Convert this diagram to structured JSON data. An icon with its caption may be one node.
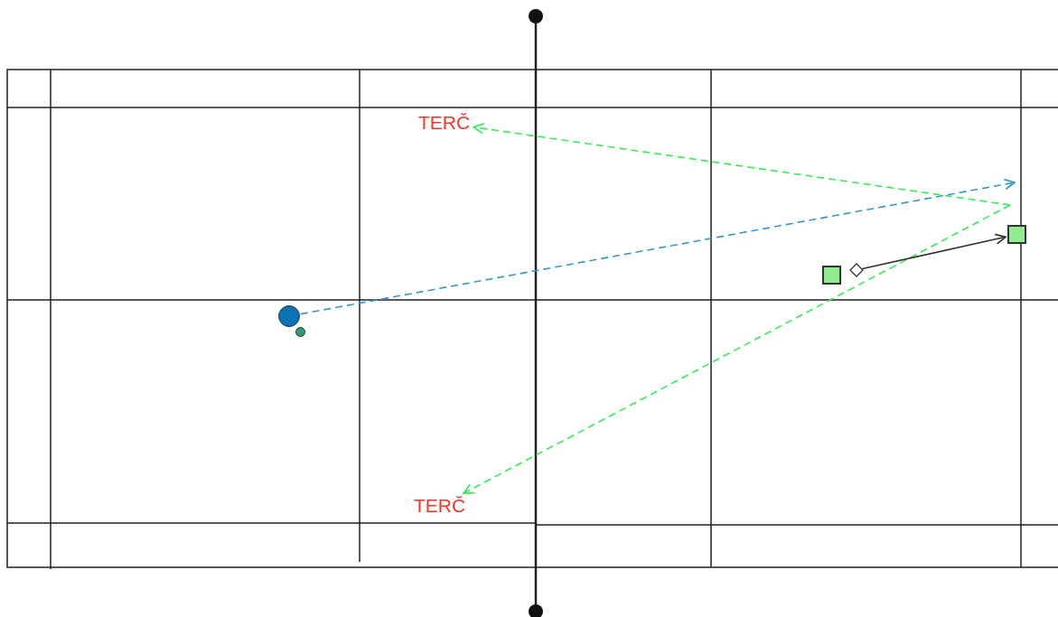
{
  "diagram": {
    "nodes": [
      {
        "text": [
          "TERČ"
        ]
      },
      {
        "text": [
          "TERČ"
        ]
      },
      {
        "text": [],
        "shape": "circle"
      },
      {
        "text": [],
        "shape": "circle"
      },
      {
        "text": [],
        "shape": "box"
      },
      {
        "text": [],
        "shape": "diamond"
      },
      {
        "text": [],
        "shape": "box"
      }
    ],
    "edges": [
      {
        "from": 2,
        "to": null,
        "arrow": "to",
        "style": "dashed",
        "color": "#3399cc"
      },
      {
        "from": null,
        "to": 0,
        "arrow": "to",
        "style": "dashed",
        "color": "#33ee55"
      },
      {
        "from": null,
        "to": 1,
        "arrow": "to",
        "style": "dashed",
        "color": "#33ee55"
      },
      {
        "from": 5,
        "to": 6,
        "arrow": "to",
        "color": "#333333"
      }
    ]
  }
}
